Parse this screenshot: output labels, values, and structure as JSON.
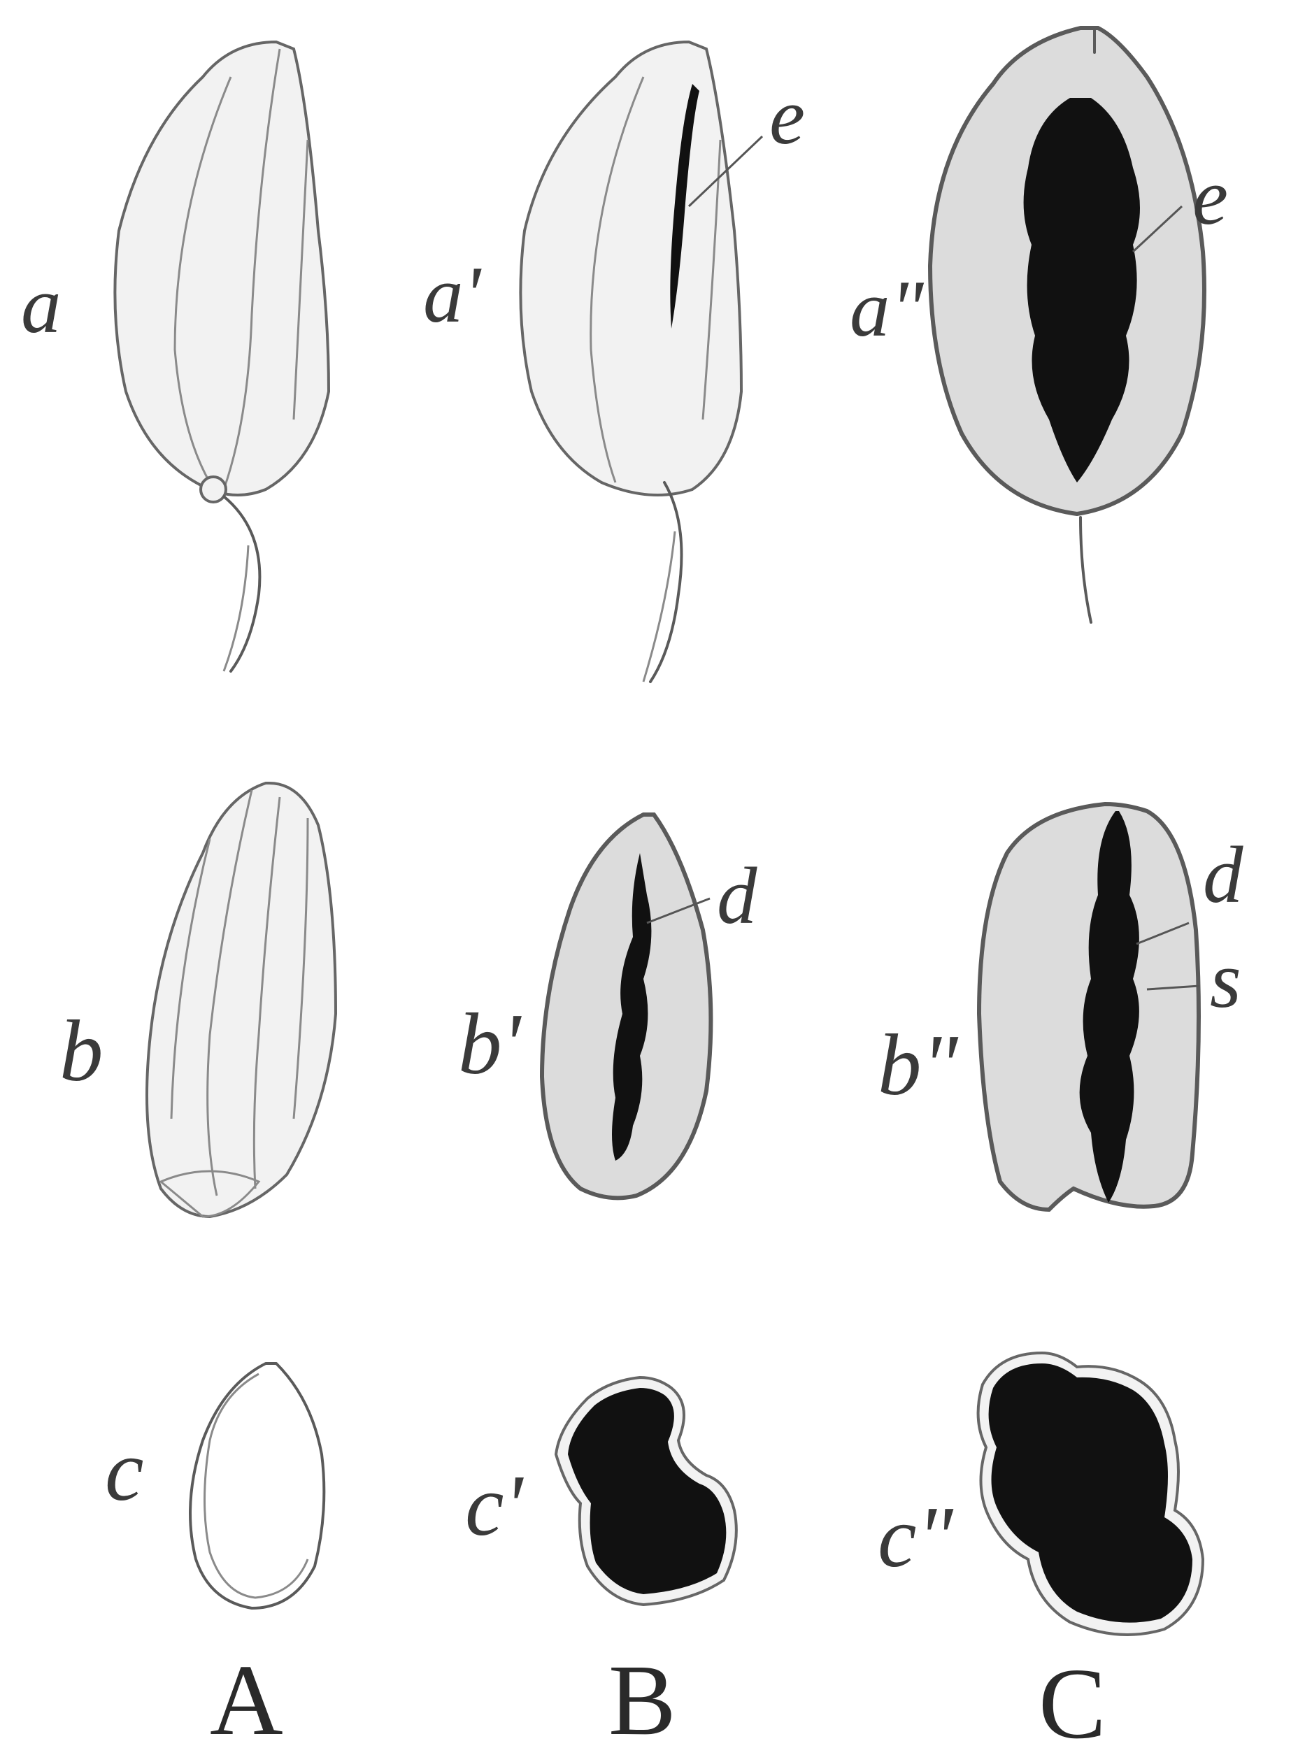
{
  "labels": {
    "a": "a",
    "a1": "a'",
    "a2": "a\"",
    "b": "b",
    "b1": "b'",
    "b2": "b\"",
    "c": "c",
    "c1": "c'",
    "c2": "c\"",
    "e1": "e",
    "e2": "e",
    "d1": "d",
    "d2": "d",
    "s": "s"
  },
  "columns": [
    "A",
    "B",
    "C"
  ]
}
